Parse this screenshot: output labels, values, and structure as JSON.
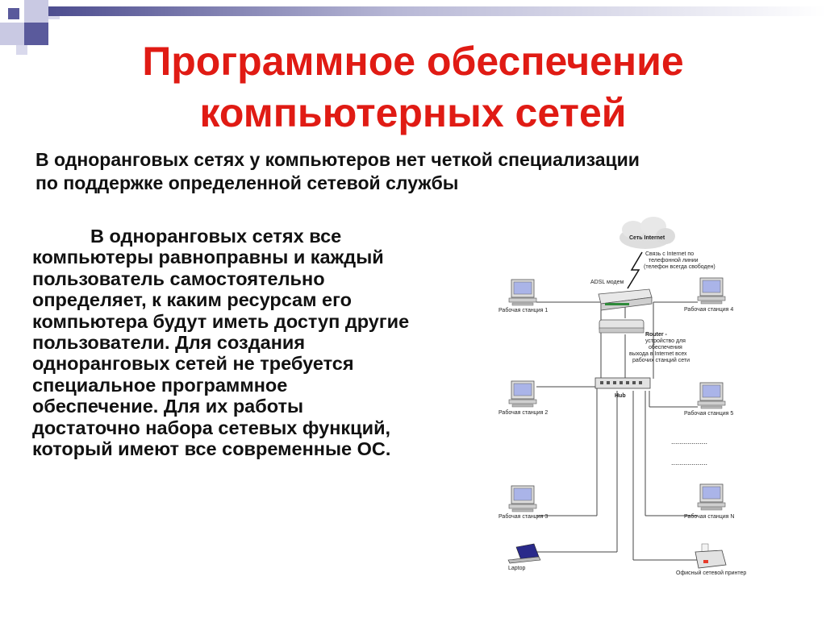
{
  "slide": {
    "title_line1": "Программное обеспечение",
    "title_line2": "компьютерных сетей",
    "subtitle_line1": "В одноранговых сетях у компьютеров нет четкой специализации",
    "subtitle_line2": "по поддержке определенной сетевой службы",
    "body": "В одноранговых сетях все компьютеры равноправны и каждый пользователь самостоятельно определяет, к каким ресурсам его компьютера будут иметь доступ другие пользователи. Для создания одноранговых сетей не требуется специальное программное обеспечение. Для их работы достаточно набора сетевых функций, который имеют все современные ОС."
  },
  "diagram": {
    "internet_label": "Сеть Internet",
    "phone_link_line1": "Связь с Internet по",
    "phone_link_line2": "телефонной линии",
    "phone_link_line3": "(телефон всегда свободен)",
    "adsl_label": "ADSL модем",
    "router_title": "Router -",
    "router_line1": "устройство для",
    "router_line2": "обеспечения",
    "router_line3": "выхода в Internet всех",
    "router_line4": "рабочих станций сети",
    "hub_label": "Hub",
    "ws1": "Рабочая станция 1",
    "ws2": "Рабочая станция 2",
    "ws3": "Рабочая станция 3",
    "ws4": "Рабочая станция 4",
    "ws5": "Рабочая станция 5",
    "wsN": "Рабочая станция N",
    "laptop_label": "Laptop",
    "printer_label": "Офисный сетевой принтер",
    "dots1": "..................",
    "dots2": ".................."
  },
  "colors": {
    "title": "#e01b14",
    "text": "#111111",
    "deco_purple": "#5a5a9c",
    "deco_light": "#c8c8e0"
  }
}
